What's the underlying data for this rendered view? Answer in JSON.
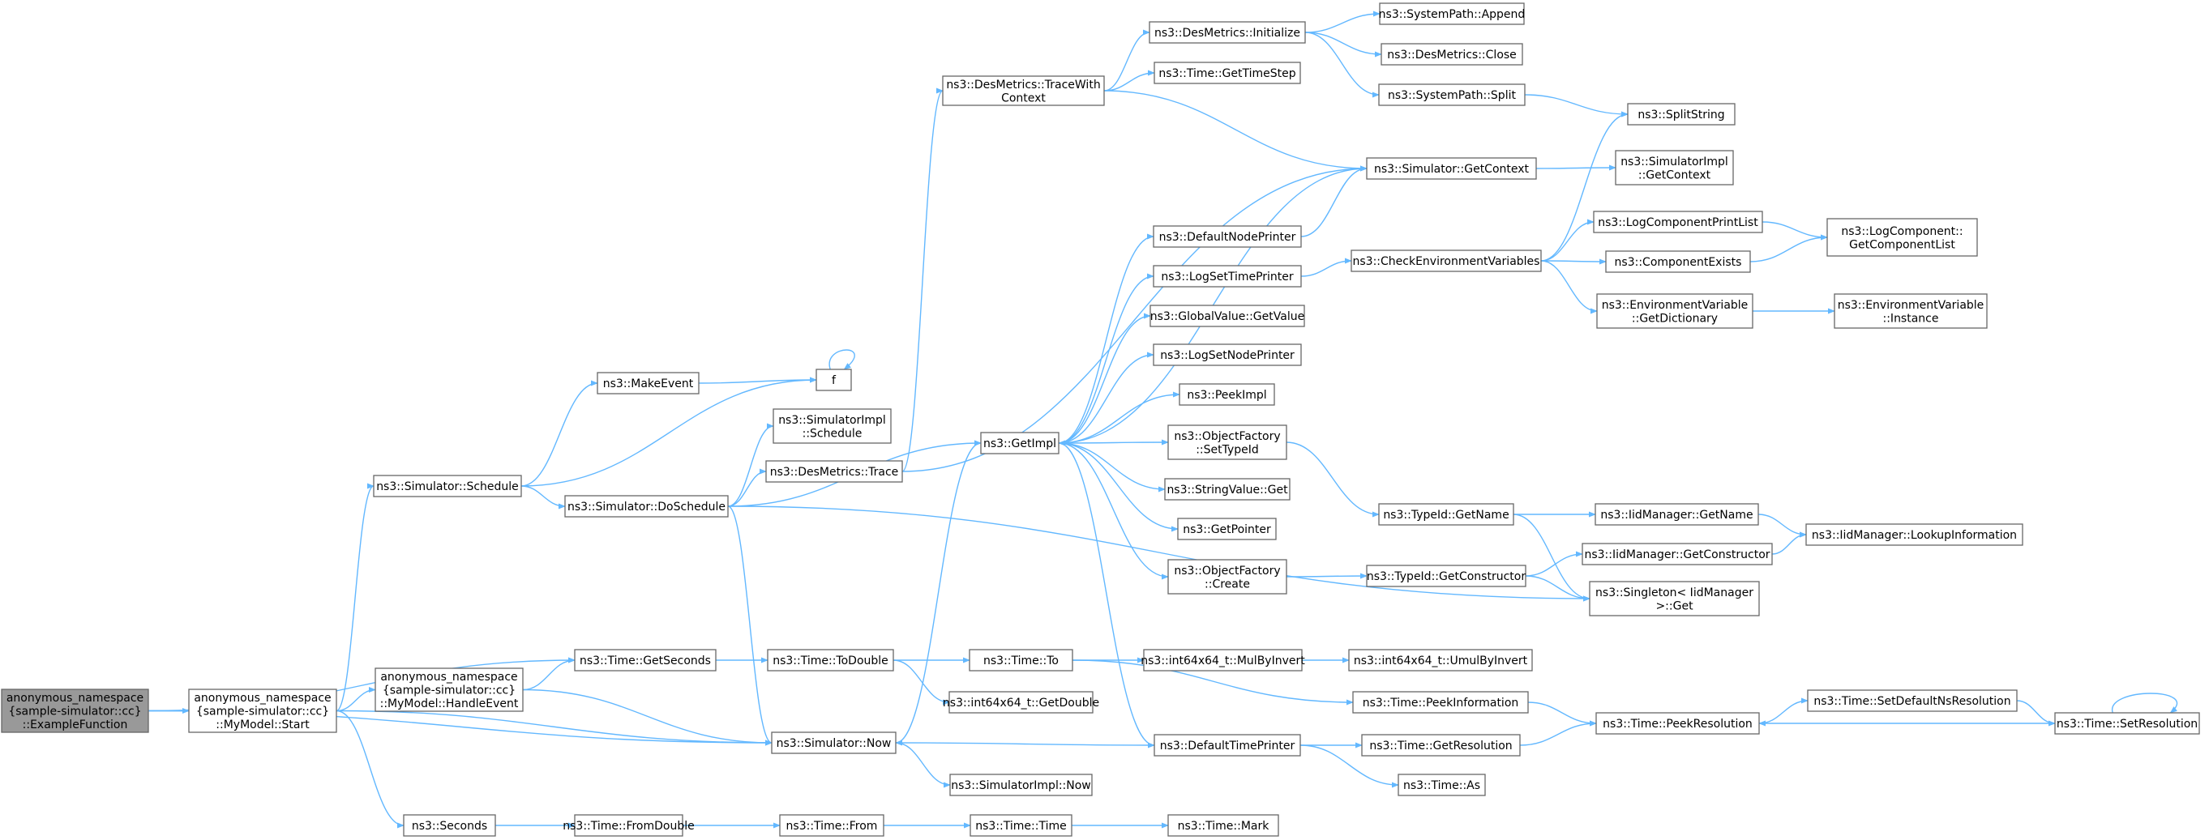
{
  "colors": {
    "edge": "#63b8ff",
    "node_border": "#666666",
    "node_fill": "#ffffff",
    "root_fill": "#999999"
  },
  "nodes": [
    {
      "id": "root",
      "lines": [
        "anonymous_namespace",
        "{sample-simulator::cc}",
        "::ExampleFunction"
      ],
      "root": true
    },
    {
      "id": "start",
      "lines": [
        "anonymous_namespace",
        "{sample-simulator::cc}",
        "::MyModel::Start"
      ]
    },
    {
      "id": "handle",
      "lines": [
        "anonymous_namespace",
        "{sample-simulator::cc}",
        "::MyModel::HandleEvent"
      ]
    },
    {
      "id": "sched",
      "lines": [
        "ns3::Simulator::Schedule"
      ]
    },
    {
      "id": "seconds",
      "lines": [
        "ns3::Seconds"
      ]
    },
    {
      "id": "getsec",
      "lines": [
        "ns3::Time::GetSeconds"
      ]
    },
    {
      "id": "now",
      "lines": [
        "ns3::Simulator::Now"
      ]
    },
    {
      "id": "makeevent",
      "lines": [
        "ns3::MakeEvent"
      ]
    },
    {
      "id": "f",
      "lines": [
        "f"
      ]
    },
    {
      "id": "dosched",
      "lines": [
        "ns3::Simulator::DoSchedule"
      ]
    },
    {
      "id": "implsched",
      "lines": [
        "ns3::SimulatorImpl",
        "::Schedule"
      ]
    },
    {
      "id": "dmtrace",
      "lines": [
        "ns3::DesMetrics::Trace"
      ]
    },
    {
      "id": "dmtwc",
      "lines": [
        "ns3::DesMetrics::TraceWith",
        "Context"
      ]
    },
    {
      "id": "getimpl",
      "lines": [
        "ns3::GetImpl"
      ]
    },
    {
      "id": "todouble",
      "lines": [
        "ns3::Time::ToDouble"
      ]
    },
    {
      "id": "fromdouble",
      "lines": [
        "ns3::Time::FromDouble"
      ]
    },
    {
      "id": "timefrom",
      "lines": [
        "ns3::Time::From"
      ]
    },
    {
      "id": "timetime",
      "lines": [
        "ns3::Time::Time"
      ]
    },
    {
      "id": "timemark",
      "lines": [
        "ns3::Time::Mark"
      ]
    },
    {
      "id": "timeto",
      "lines": [
        "ns3::Time::To"
      ]
    },
    {
      "id": "getdouble",
      "lines": [
        "ns3::int64x64_t::GetDouble"
      ]
    },
    {
      "id": "implnow",
      "lines": [
        "ns3::SimulatorImpl::Now"
      ]
    },
    {
      "id": "mulbyinv",
      "lines": [
        "ns3::int64x64_t::MulByInvert"
      ]
    },
    {
      "id": "umulbyinv",
      "lines": [
        "ns3::int64x64_t::UmulByInvert"
      ]
    },
    {
      "id": "peekinfo",
      "lines": [
        "ns3::Time::PeekInformation"
      ]
    },
    {
      "id": "deftime",
      "lines": [
        "ns3::DefaultTimePrinter"
      ]
    },
    {
      "id": "getres",
      "lines": [
        "ns3::Time::GetResolution"
      ]
    },
    {
      "id": "timeas",
      "lines": [
        "ns3::Time::As"
      ]
    },
    {
      "id": "peekres",
      "lines": [
        "ns3::Time::PeekResolution"
      ]
    },
    {
      "id": "setdefns",
      "lines": [
        "ns3::Time::SetDefaultNsResolution"
      ]
    },
    {
      "id": "setres",
      "lines": [
        "ns3::Time::SetResolution"
      ]
    },
    {
      "id": "dminit",
      "lines": [
        "ns3::DesMetrics::Initialize"
      ]
    },
    {
      "id": "timestep",
      "lines": [
        "ns3::Time::GetTimeStep"
      ]
    },
    {
      "id": "sysappend",
      "lines": [
        "ns3::SystemPath::Append"
      ]
    },
    {
      "id": "dmclose",
      "lines": [
        "ns3::DesMetrics::Close"
      ]
    },
    {
      "id": "syssplit",
      "lines": [
        "ns3::SystemPath::Split"
      ]
    },
    {
      "id": "splitstring",
      "lines": [
        "ns3::SplitString"
      ]
    },
    {
      "id": "getctx",
      "lines": [
        "ns3::Simulator::GetContext"
      ]
    },
    {
      "id": "implctx",
      "lines": [
        "ns3::SimulatorImpl",
        "::GetContext"
      ]
    },
    {
      "id": "defnode",
      "lines": [
        "ns3::DefaultNodePrinter"
      ]
    },
    {
      "id": "logsettime",
      "lines": [
        "ns3::LogSetTimePrinter"
      ]
    },
    {
      "id": "gvget",
      "lines": [
        "ns3::GlobalValue::GetValue"
      ]
    },
    {
      "id": "logsetnode",
      "lines": [
        "ns3::LogSetNodePrinter"
      ]
    },
    {
      "id": "peekimpl",
      "lines": [
        "ns3::PeekImpl"
      ]
    },
    {
      "id": "ofsettype",
      "lines": [
        "ns3::ObjectFactory",
        "::SetTypeId"
      ]
    },
    {
      "id": "strget",
      "lines": [
        "ns3::StringValue::Get"
      ]
    },
    {
      "id": "getptr",
      "lines": [
        "ns3::GetPointer"
      ]
    },
    {
      "id": "ofcreate",
      "lines": [
        "ns3::ObjectFactory",
        "::Create"
      ]
    },
    {
      "id": "checkenv",
      "lines": [
        "ns3::CheckEnvironmentVariables"
      ]
    },
    {
      "id": "lcprint",
      "lines": [
        "ns3::LogComponentPrintList"
      ]
    },
    {
      "id": "compexists",
      "lines": [
        "ns3::ComponentExists"
      ]
    },
    {
      "id": "envdict",
      "lines": [
        "ns3::EnvironmentVariable",
        "::GetDictionary"
      ]
    },
    {
      "id": "lcgetlist",
      "lines": [
        "ns3::LogComponent::",
        "GetComponentList"
      ]
    },
    {
      "id": "envinst",
      "lines": [
        "ns3::EnvironmentVariable",
        "::Instance"
      ]
    },
    {
      "id": "tidname",
      "lines": [
        "ns3::TypeId::GetName"
      ]
    },
    {
      "id": "tidctor",
      "lines": [
        "ns3::TypeId::GetConstructor"
      ]
    },
    {
      "id": "iidname",
      "lines": [
        "ns3::IidManager::GetName"
      ]
    },
    {
      "id": "iidctor",
      "lines": [
        "ns3::IidManager::GetConstructor"
      ]
    },
    {
      "id": "iidlookup",
      "lines": [
        "ns3::IidManager::LookupInformation"
      ]
    },
    {
      "id": "singleton",
      "lines": [
        "ns3::Singleton< IidManager",
        " >::Get"
      ]
    }
  ],
  "edges": [
    [
      "root",
      "start"
    ],
    [
      "root",
      "getsec"
    ],
    [
      "root",
      "now"
    ],
    [
      "start",
      "handle"
    ],
    [
      "start",
      "sched"
    ],
    [
      "start",
      "seconds"
    ],
    [
      "start",
      "now"
    ],
    [
      "handle",
      "getsec"
    ],
    [
      "handle",
      "now"
    ],
    [
      "sched",
      "makeevent"
    ],
    [
      "sched",
      "f"
    ],
    [
      "sched",
      "dosched"
    ],
    [
      "makeevent",
      "f"
    ],
    [
      "f",
      "f"
    ],
    [
      "dosched",
      "implsched"
    ],
    [
      "dosched",
      "dmtrace"
    ],
    [
      "dosched",
      "getimpl"
    ],
    [
      "dosched",
      "now"
    ],
    [
      "dosched",
      "singleton"
    ],
    [
      "dmtrace",
      "dmtwc"
    ],
    [
      "dmtrace",
      "getctx"
    ],
    [
      "dmtwc",
      "dminit"
    ],
    [
      "dmtwc",
      "timestep"
    ],
    [
      "dmtwc",
      "getctx"
    ],
    [
      "dminit",
      "sysappend"
    ],
    [
      "dminit",
      "dmclose"
    ],
    [
      "dminit",
      "syssplit"
    ],
    [
      "syssplit",
      "splitstring"
    ],
    [
      "getctx",
      "getimpl"
    ],
    [
      "getctx",
      "implctx"
    ],
    [
      "getsec",
      "todouble"
    ],
    [
      "todouble",
      "timeto"
    ],
    [
      "todouble",
      "getdouble"
    ],
    [
      "timeto",
      "mulbyinv"
    ],
    [
      "timeto",
      "peekinfo"
    ],
    [
      "mulbyinv",
      "umulbyinv"
    ],
    [
      "peekinfo",
      "peekres"
    ],
    [
      "seconds",
      "fromdouble"
    ],
    [
      "fromdouble",
      "timefrom"
    ],
    [
      "timefrom",
      "timetime"
    ],
    [
      "timetime",
      "timemark"
    ],
    [
      "now",
      "getimpl"
    ],
    [
      "now",
      "implnow"
    ],
    [
      "getimpl",
      "defnode"
    ],
    [
      "getimpl",
      "logsettime"
    ],
    [
      "getimpl",
      "gvget"
    ],
    [
      "getimpl",
      "logsetnode"
    ],
    [
      "getimpl",
      "peekimpl"
    ],
    [
      "getimpl",
      "ofsettype"
    ],
    [
      "getimpl",
      "strget"
    ],
    [
      "getimpl",
      "getptr"
    ],
    [
      "getimpl",
      "ofcreate"
    ],
    [
      "getimpl",
      "deftime"
    ],
    [
      "defnode",
      "getctx"
    ],
    [
      "logsettime",
      "checkenv"
    ],
    [
      "checkenv",
      "splitstring"
    ],
    [
      "checkenv",
      "lcprint"
    ],
    [
      "checkenv",
      "compexists"
    ],
    [
      "checkenv",
      "envdict"
    ],
    [
      "lcprint",
      "lcgetlist"
    ],
    [
      "compexists",
      "lcgetlist"
    ],
    [
      "envdict",
      "envinst"
    ],
    [
      "ofsettype",
      "tidname"
    ],
    [
      "ofcreate",
      "tidctor"
    ],
    [
      "tidname",
      "iidname"
    ],
    [
      "tidname",
      "singleton"
    ],
    [
      "tidctor",
      "iidctor"
    ],
    [
      "tidctor",
      "singleton"
    ],
    [
      "iidname",
      "iidlookup"
    ],
    [
      "iidctor",
      "iidlookup"
    ],
    [
      "deftime",
      "now"
    ],
    [
      "deftime",
      "getres"
    ],
    [
      "deftime",
      "timeas"
    ],
    [
      "getres",
      "peekres"
    ],
    [
      "peekres",
      "setdefns"
    ],
    [
      "setdefns",
      "setres"
    ],
    [
      "setres",
      "peekres"
    ],
    [
      "setres",
      "setres"
    ]
  ]
}
